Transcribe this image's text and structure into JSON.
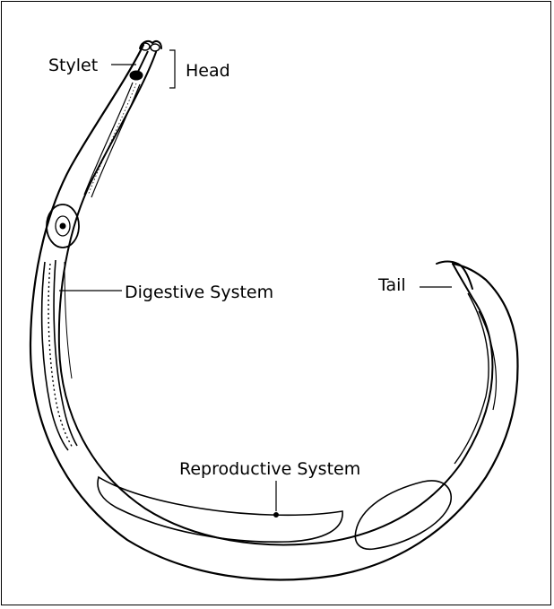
{
  "labels": {
    "stylet": "Stylet",
    "head": "Head",
    "digestive": "Digestive System",
    "tail": "Tail",
    "reproductive": "Reproductive System"
  },
  "colors": {
    "line": "#000000",
    "background": "#ffffff"
  }
}
